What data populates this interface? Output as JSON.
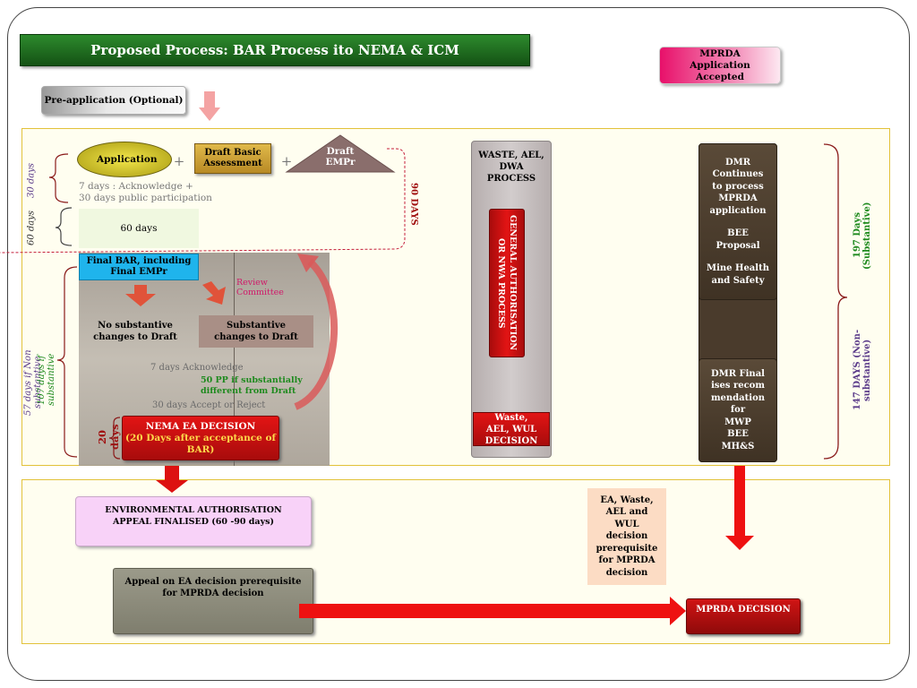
{
  "title": "Proposed Process:  BAR Process ito NEMA & ICM",
  "mprda_accepted": "MPRDA Application Accepted",
  "pre_application": "Pre-application (Optional)",
  "application": "Application",
  "draft_bar": "Draft Basic Assessment",
  "draft_empr": "Draft EMPr",
  "plus": "+",
  "days_30": "30  days",
  "acknowledge_line1": "7 days :  Acknowledge +",
  "acknowledge_line2": "30 days public participation",
  "days_60_label": "60  days",
  "days_60_box": "60 days",
  "days_90": "90  DAYS",
  "final_bar": "Final BAR, including Final EMPr",
  "review_committee": "Review Committee",
  "no_substantive": "No substantive changes to Draft",
  "substantive": "Substantive changes to Draft",
  "ack_7": "7 days Acknowledge",
  "pp_50": "50 PP if substantially different from Draft",
  "accept_30": "30 days Accept or Reject",
  "days_57": "57 days  if Non substantive",
  "days_107": "107 days  if  substantive",
  "days_20": "20  days",
  "nema_decision_title": "NEMA EA DECISION",
  "nema_decision_sub": "(20 Days after acceptance of BAR)",
  "waste_process": "WASTE, AEL, DWA PROCESS",
  "general_auth": "GENERAL AUTHORISATION OR NWA PROCESS",
  "waste_decision": "Waste, AEL, WUL DECISION",
  "dmr_continues": "DMR Continues to process MPRDA application",
  "bee_proposal": "BEE Proposal",
  "mine_health": "Mine Health and Safety",
  "dmr_finalises": "DMR Finalises recommendation for",
  "mwp": "MWP",
  "bee": "BEE",
  "mhs": "MH&S",
  "days_197": "197 Days (Substantive)",
  "days_147": "147   DAYS (Non- substantive)",
  "appeal_finalised": "ENVIRONMENTAL AUTHORISATION APPEAL FINALISED (60 -90 days)",
  "prereq_ea": "EA, Waste, AEL and WUL decision prerequisite for MPRDA decision",
  "appeal_prereq": "Appeal on EA decision prerequisite for MPRDA decision",
  "mprda_decision": "MPRDA DECISION",
  "colors": {
    "title_green": "#1f6b1f",
    "pink": "#e8106a",
    "gold": "#d2a83a",
    "panel_border": "#e2c23a",
    "red": "#cc1111",
    "brown": "#4a3b2c",
    "cyan": "#1fb4ec",
    "lavender": "#f8d2f8"
  }
}
